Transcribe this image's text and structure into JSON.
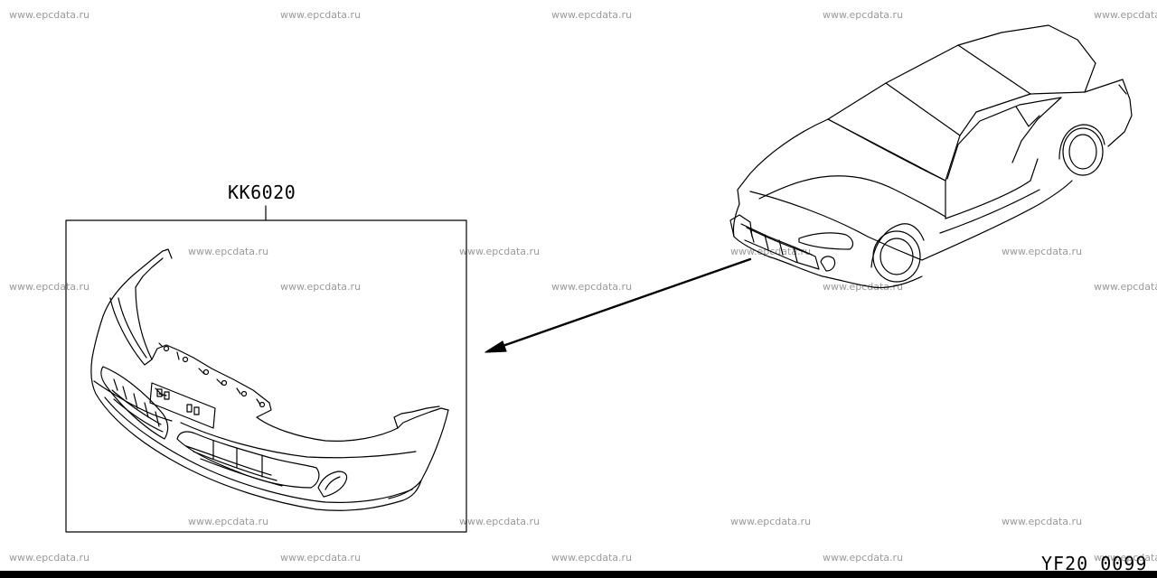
{
  "watermark_text": "www.epcdata.ru",
  "part": {
    "code": "KK6020"
  },
  "footer": {
    "drawing_code": "YF20 0099"
  }
}
